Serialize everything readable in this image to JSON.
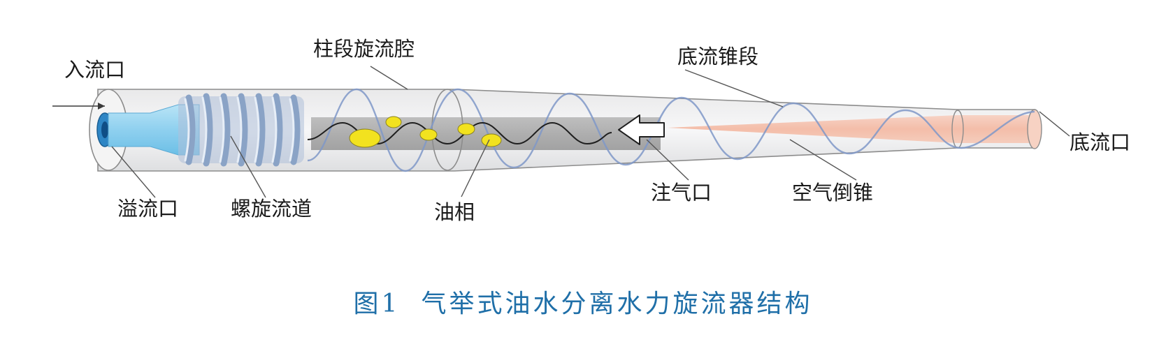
{
  "labels": {
    "inflow": "入流口",
    "cylinder_section": "柱段旋流腔",
    "underflow_cone": "底流锥段",
    "underflow_outlet": "底流口",
    "overflow_outlet": "溢流口",
    "spiral_channel": "螺旋流道",
    "oil_phase": "油相",
    "gas_inlet": "注气口",
    "air_inverted_cone": "空气倒锥"
  },
  "caption": {
    "number": "图1",
    "title": "气举式油水分离水力旋流器结构"
  },
  "colors": {
    "shell_outline": "#8c8c8c",
    "spiral_channel": "#9db4d2",
    "inlet_nozzle": "#6cc3ea",
    "oil_droplet": "#f2e21f",
    "air_core": "#f6b9a4",
    "swirl_line": "#7f98c8",
    "caption": "#1f6fa8"
  }
}
